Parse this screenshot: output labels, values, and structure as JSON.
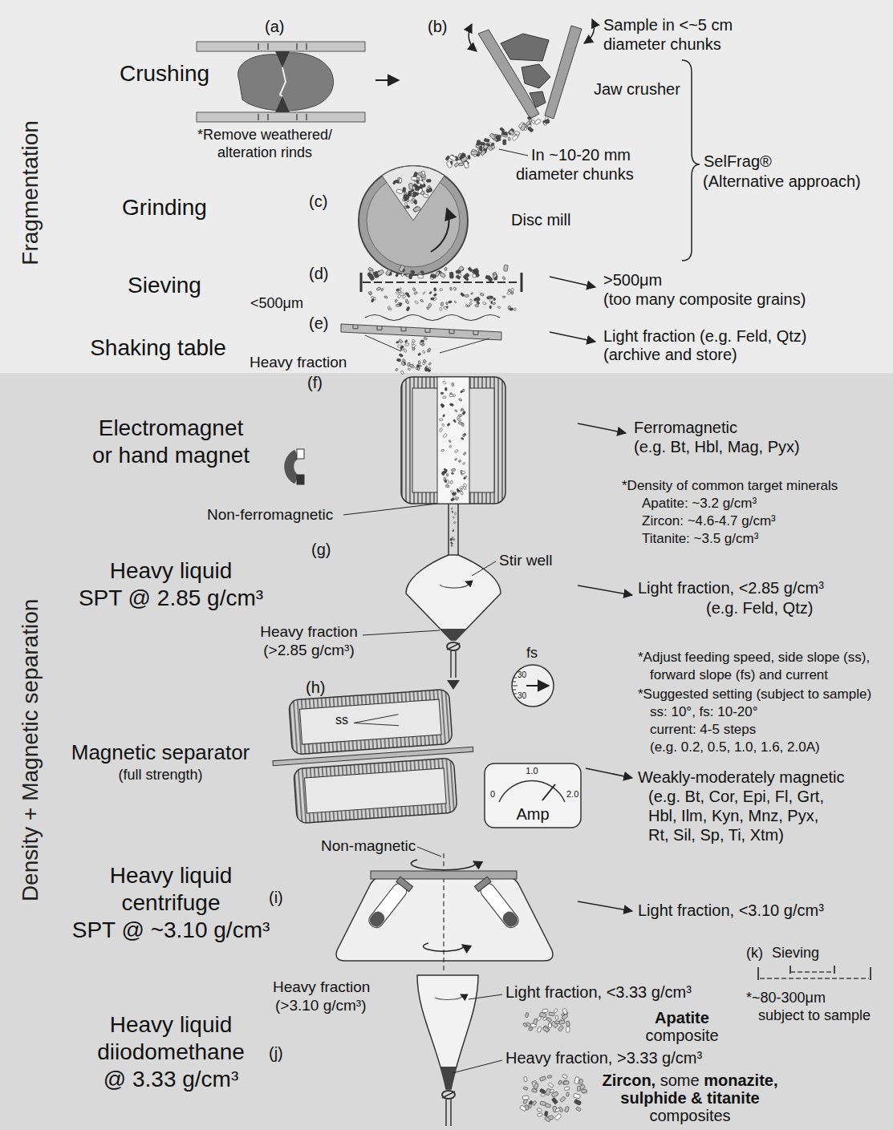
{
  "diagram": {
    "nodes": [
      {
        "text": [
          "Fragmentation"
        ]
      },
      {
        "text": [
          "Density + Magnetic separation"
        ]
      }
    ],
    "labels": [
      "(a)",
      "(b)",
      "Crushing",
      "Sample in <~5 cm",
      "diameter chunks",
      "*Remove weathered/",
      "alteration rinds",
      "Jaw crusher",
      "In ~10-20 mm",
      "diameter chunks",
      "SelFrag®",
      "(Alternative approach)",
      "Grinding",
      "(c)",
      "Disc mill",
      "Sieving",
      "(d)",
      "<500μm",
      ">500μm",
      "(too many composite grains)",
      "Shaking table",
      "(e)",
      "Light fraction (e.g. Feld, Qtz)",
      "(archive and store)",
      "Heavy fraction",
      "(f)",
      "Electromagnet",
      "or hand magnet",
      "Ferromagnetic",
      "(e.g. Bt, Hbl, Mag, Pyx)",
      "*Density of common target minerals",
      "Apatite: ~3.2 g/cm³",
      "Zircon: ~4.6-4.7 g/cm³",
      "Titanite: ~3.5 g/cm³",
      "Non-ferromagnetic",
      "(g)",
      "Heavy liquid",
      "SPT @ 2.85 g/cm³",
      "Stir well",
      "Light fraction, <2.85 g/cm³",
      "(e.g. Feld, Qtz)",
      "Heavy fraction",
      "(>2.85 g/cm³)",
      "fs",
      "*Adjust feeding speed, side slope (ss),",
      "forward slope (fs) and current",
      "(h)",
      "*Suggested setting (subject to sample)",
      "ss: 10°, fs: 10-20°",
      "current: 4-5 steps",
      "(e.g. 0.2, 0.5, 1.0, 1.6, 2.0A)",
      "ss",
      "Magnetic separator",
      "(full strength)",
      "30",
      "30",
      "0",
      "1.0",
      "2.0",
      "Amp",
      "Weakly-moderately magnetic",
      "(e.g. Bt, Cor, Epi, Fl, Grt,",
      "Hbl, Ilm, Kyn, Mnz, Pyx,",
      "Rt, Sil, Sp, Ti, Xtm)",
      "Non-magnetic",
      "Heavy liquid",
      "centrifuge",
      "SPT @ ~3.10 g/cm³",
      "(i)",
      "Light fraction, <3.10 g/cm³",
      "(k)",
      "Sieving",
      "*~80-300μm",
      "subject to sample",
      "Heavy fraction",
      "(>3.10 g/cm³)",
      "Light fraction, <3.33 g/cm³",
      "Heavy liquid",
      "diiodomethane",
      "@ 3.33 g/cm³",
      "(j)",
      "Apatite",
      "composite",
      "Heavy fraction, >3.33 g/cm³",
      "Zircon,",
      "some",
      "monazite,",
      "sulphide & titanite",
      "composites"
    ]
  }
}
